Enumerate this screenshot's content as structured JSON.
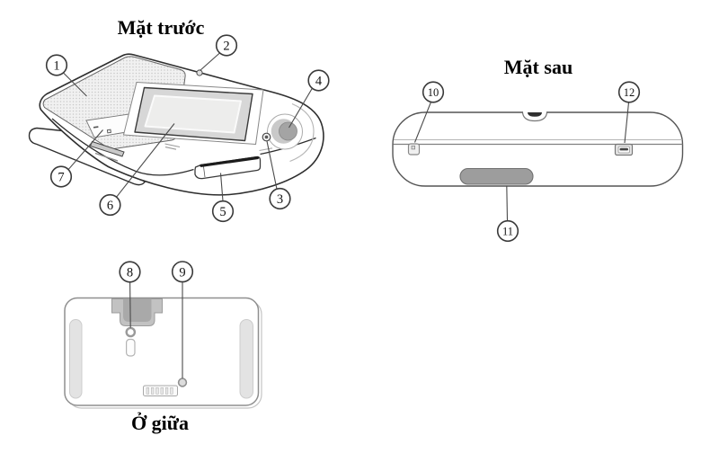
{
  "diagram": {
    "front": {
      "title": "Mặt trước"
    },
    "back": {
      "title": "Mặt sau"
    },
    "middle": {
      "title": "Ở giữa"
    },
    "callouts": {
      "c1": "1",
      "c2": "2",
      "c3": "3",
      "c4": "4",
      "c5": "5",
      "c6": "6",
      "c7": "7",
      "c8": "8",
      "c9": "9",
      "c10": "10",
      "c11": "11",
      "c12": "12"
    },
    "colors": {
      "outline": "#2e2e2e",
      "light_outline": "#999999",
      "bezel_gray": "#d7d7d7",
      "screen_gray": "#ededec",
      "knob_gray": "#a4a4a4",
      "knob_base_gray": "#c9c9c9",
      "grip_gray": "#9d9d9d",
      "tab_gray": "#c2c2c2",
      "foot_gray": "#e3e3e3"
    }
  }
}
